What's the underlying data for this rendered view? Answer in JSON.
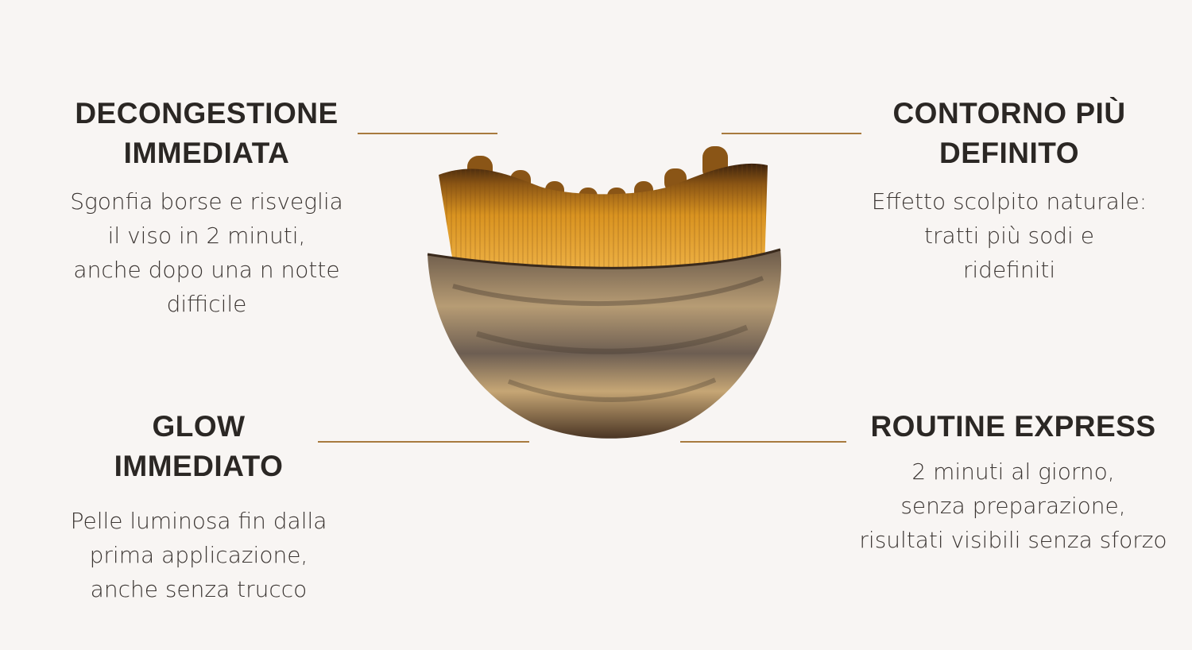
{
  "features": {
    "top_left": {
      "title": [
        "DECONGESTIONE",
        "IMMEDIATA"
      ],
      "desc": [
        "Sgonfia borse e risveglia",
        "il viso in 2 minuti,",
        "anche dopo una n  notte",
        "difficile"
      ]
    },
    "top_right": {
      "title": [
        "CONTORNO PIÙ",
        "DEFINITO"
      ],
      "desc": [
        "Effetto scolpito naturale:",
        "tratti più sodi e",
        "ridefiniti"
      ]
    },
    "bottom_left": {
      "title": [
        "GLOW",
        "IMMEDIATO"
      ],
      "desc": [
        "Pelle luminosa fin dalla",
        "prima applicazione,",
        "anche senza trucco"
      ]
    },
    "bottom_right": {
      "title": [
        "ROUTINE EXPRESS"
      ],
      "desc": [
        "2 minuti al giorno,",
        "senza preparazione,",
        "risultati visibili senza sforzo"
      ]
    }
  },
  "product": {
    "icon": "wooden-face-brush"
  },
  "colors": {
    "accent_line": "#a87a3e",
    "background": "#f8f5f3",
    "text": "#2b2724"
  }
}
